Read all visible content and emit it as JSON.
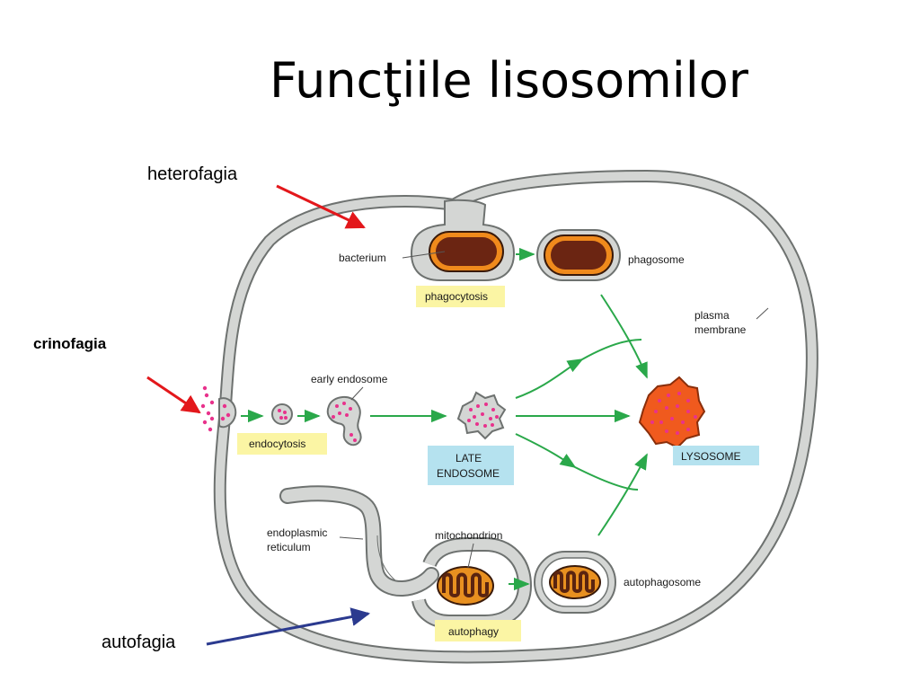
{
  "title": "Funcţiile lisosomilor",
  "annotations": {
    "heterofagia": "heterofagia",
    "crinofagia": "crinofagia",
    "autofagia": "autofagia"
  },
  "labels": {
    "bacterium": "bacterium",
    "phagosome": "phagosome",
    "phagocytosis": "phagocytosis",
    "plasma_membrane_1": "plasma",
    "plasma_membrane_2": "membrane",
    "early_endosome": "early endosome",
    "endocytosis": "endocytosis",
    "late_endosome_1": "LATE",
    "late_endosome_2": "ENDOSOME",
    "lysosome": "LYSOSOME",
    "er_1": "endoplasmic",
    "er_2": "reticulum",
    "mitochondrion": "mitochondrion",
    "autophagosome": "autophagosome",
    "autophagy": "autophagy"
  },
  "colors": {
    "membrane": "#d4d6d4",
    "membrane_edge": "#6e7270",
    "pathway_arrow": "#2aa84a",
    "annotation_red": "#e3171b",
    "annotation_blue": "#2b3a8f",
    "process_box": "#fbf5a4",
    "compartment_box": "#b5e2ef",
    "cargo": "#e8328c",
    "lysosome_fill": "#f05a1e",
    "bacterium_fill": "#6b2512",
    "mito_fill": "#e89020"
  }
}
